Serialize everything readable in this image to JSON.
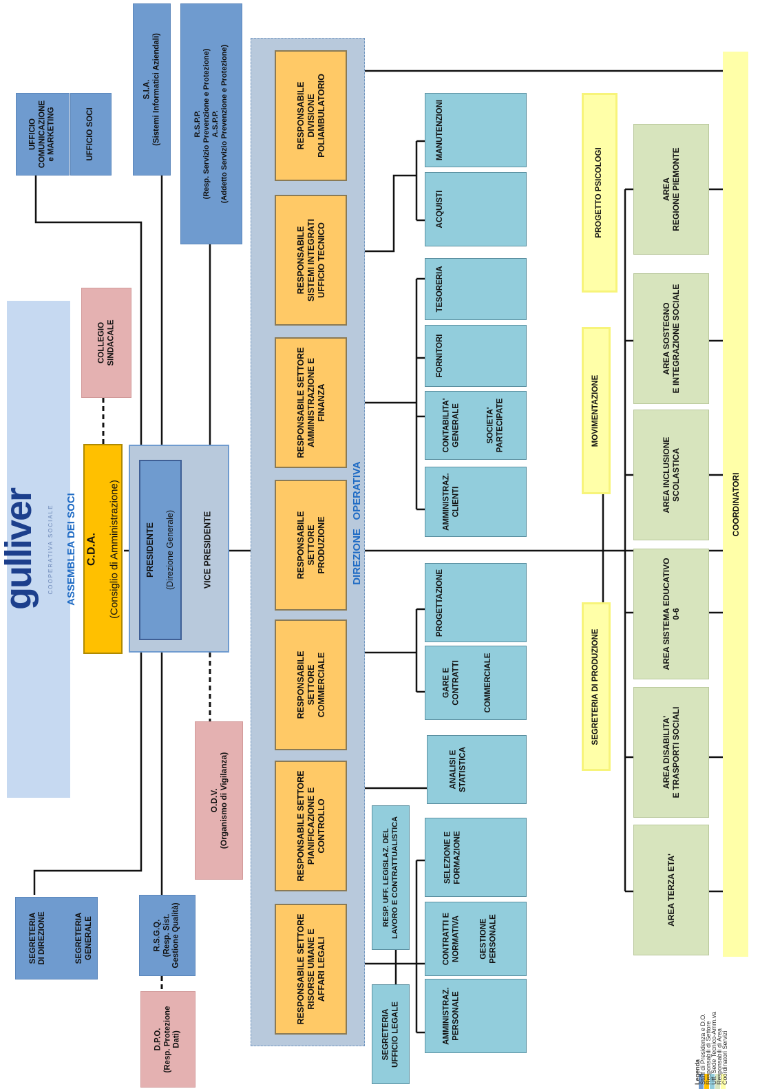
{
  "logo": {
    "brand": "gulliver",
    "tagline": "COOPERATIVA SOCIALE"
  },
  "assemblea": "ASSEMBLEA DEI SOCI",
  "cda": {
    "title": "C.D.A.",
    "subtitle": "(Consiglio di Amministrazione)"
  },
  "presidente": {
    "title": "PRESIDENTE",
    "subtitle": "(Direzione Generale)"
  },
  "vice_presidente": "VICE PRESIDENTE",
  "direzione_operativa": "DIREZIONE   OPERATIVA",
  "top_staff": [
    {
      "label": "UFFICIO\nCOMUNICAZIONE\ne MARKETING"
    },
    {
      "label": "UFFICIO SOCI"
    },
    {
      "label": "S.I.A.\n(Sistemi Informatici Aziendali)"
    },
    {
      "label": "R.S.P.P.\n(Resp. Servizio Prevenzione e Protezione)\nA.S.P.P.\n(Addetto Servizio Prevenzione e Protezione)"
    }
  ],
  "bottom_staff": [
    {
      "label": "SEGRETERIA\nDI DIREZIONE"
    },
    {
      "label": "SEGRETERIA\nGENERALE"
    },
    {
      "label": "R.S.G.Q.\n(Resp. Sist.\nGestione Qualità)"
    }
  ],
  "controls": [
    {
      "label": "COLLEGIO\nSINDACALE"
    },
    {
      "label": "O.D.V.\n(Organismo di Vigilanza)"
    },
    {
      "label": "D.P.O.\n(Resp. Protezione\nDati)"
    }
  ],
  "responsabili": [
    {
      "label": "RESPONSABILE\nDIVISIONE\nPOLIAMBULATORIO"
    },
    {
      "label": "RESPONSABILE\nSISTEMI INTEGRATI\nUFFICIO TECNICO"
    },
    {
      "label": "RESPONSABILE SETTORE\nAMMINISTRAZIONE E\nFINANZA"
    },
    {
      "label": "RESPONSABILE\nSETTORE\nPRODUZIONE"
    },
    {
      "label": "RESPONSABILE\nSETTORE\nCOMMERCIALE"
    },
    {
      "label": "RESPONSABILE SETTORE\nPIANIFICAZIONE E\nCONTROLLO"
    },
    {
      "label": "RESPONSABILE SETTORE\nRISORSE UMANE E\nAFFARI LEGALI"
    }
  ],
  "uffici": [
    {
      "label": "MANUTENZIONI"
    },
    {
      "label": "ACQUISTI"
    },
    {
      "label": "TESORERIA"
    },
    {
      "label": "FORNITORI"
    },
    {
      "label": "CONTABILITA'\nGENERALE"
    },
    {
      "label": "SOCIETA'\nPARTECIPATE"
    },
    {
      "label": "AMMINISTRAZ.\nCLIENTI"
    },
    {
      "label": "PROGETTAZIONE"
    },
    {
      "label": "GARE E\nCONTRATTI"
    },
    {
      "label": "COMMERCIALE"
    },
    {
      "label": "ANALISI E\nSTATISTICA"
    },
    {
      "label": "SELEZIONE E\nFORMAZIONE"
    },
    {
      "label": "CONTRATTI E\nNORMATIVA"
    },
    {
      "label": "GESTIONE\nPERSONALE"
    },
    {
      "label": "AMMINISTRAZ.\nPERSONALE"
    },
    {
      "label": "RESP. UFF. LEGISLAZ. DEL\nLAVORO E CONTRATTUALISTICA"
    },
    {
      "label": "SEGRETERIA\nUFFICIO LEGALE"
    }
  ],
  "coord_boxes": [
    {
      "label": "PROGETTO PSICOLOGI"
    },
    {
      "label": "MOVIMENTAZIONE"
    },
    {
      "label": "SEGRETERIA DI PRODUZIONE"
    }
  ],
  "aree": [
    {
      "label": "AREA\nREGIONE PIEMONTE"
    },
    {
      "label": "AREA SOSTEGNO\nE INTEGRAZIONE SOCIALE"
    },
    {
      "label": "AREA INCLUSIONE\nSCOLASTICA"
    },
    {
      "label": "AREA SISTEMA EDUCATIVO\n0-6"
    },
    {
      "label": "AREA DISABILITA'\nE TRASPORTI SOCIALI"
    },
    {
      "label": "AREA TERZA ETA'"
    }
  ],
  "coordinatori": "COORDINATORI",
  "legend": {
    "title": "Legenda",
    "items": [
      {
        "label": "Staff di Presidenza e D.O.",
        "color": "#6f9bcf"
      },
      {
        "label": "Responsabili di Settore",
        "color": "#ffc000"
      },
      {
        "label": "Uff. Sede Tecnico-Amm.va",
        "color": "#92cddc"
      },
      {
        "label": "Responsabili di Area",
        "color": "#d7e4bd"
      },
      {
        "label": "Coordinatori Servizi",
        "color": "#ffffa8"
      }
    ]
  }
}
